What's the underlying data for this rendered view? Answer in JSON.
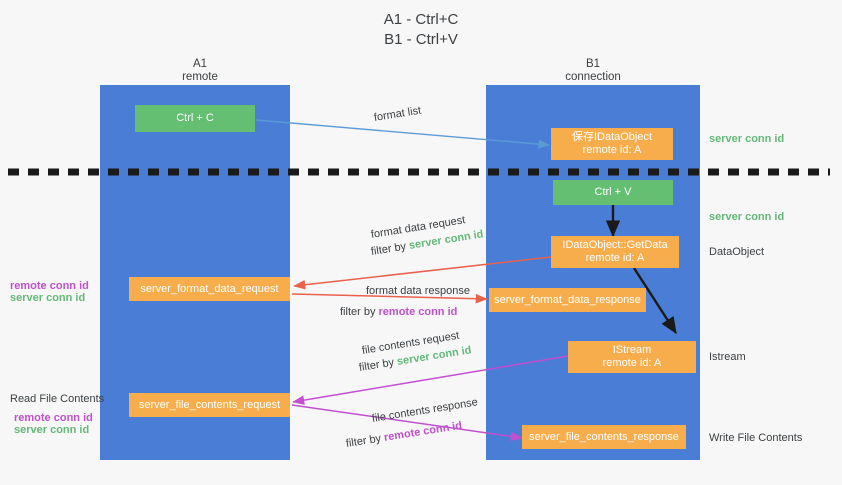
{
  "title": {
    "line1": "A1 - Ctrl+C",
    "line2": "B1 - Ctrl+V"
  },
  "lanes": [
    {
      "name": "A1",
      "role": "remote"
    },
    {
      "name": "B1",
      "role": "connection"
    }
  ],
  "colors": {
    "lane": "#4a7ed6",
    "orange": "#f8ad4c",
    "green_box": "#65bf73",
    "green_text": "#64b978",
    "magenta_text": "#c14fd0",
    "blue_arrow": "#5b9bd5",
    "red_arrow": "#e8614d",
    "black_arrow": "#1a1a1a",
    "divider": "#1a1a1a",
    "background": "#f7f7f7",
    "text": "#3c4043"
  },
  "nodes": {
    "ctrl_c": "Ctrl + C",
    "ctrl_v": "Ctrl + V",
    "save_idataobject": {
      "line1": "保存IDataObject",
      "line2": "remote id: A"
    },
    "getdata": {
      "line1": "IDataObject::GetData",
      "line2": "remote id: A"
    },
    "istream": {
      "line1": "IStream",
      "line2": "remote id: A"
    },
    "server_format_data_request": "server_format_data_request",
    "server_format_data_response": "server_format_data_response",
    "server_file_contents_request": "server_file_contents_request",
    "server_file_contents_response": "server_file_contents_response"
  },
  "edge_labels": {
    "format_list": "format list",
    "format_data_request": "format data request",
    "format_data_request_filter_prefix": "filter by ",
    "format_data_request_filter_value": "server conn id",
    "format_data_response": "format data response",
    "format_data_response_filter_prefix": "filter by ",
    "format_data_response_filter_value": "remote conn id",
    "file_contents_request": "file contents request",
    "file_contents_request_filter_prefix": "filter by ",
    "file_contents_request_filter_value": "server conn id",
    "file_contents_response": "file contents response",
    "file_contents_response_filter_prefix": "filter by ",
    "file_contents_response_filter_value": "remote conn id"
  },
  "right_annotations": {
    "server_conn_id_top": "server conn id",
    "server_conn_id_mid": "server conn id",
    "dataobject": "DataObject",
    "istream": "Istream",
    "write_file_contents": "Write File Contents"
  },
  "left_annotations": {
    "remote_conn_id_upper": "remote conn id",
    "server_conn_id_upper": "server conn id",
    "read_file_contents": "Read File Contents",
    "remote_conn_id_lower": "remote conn id",
    "server_conn_id_lower": "server conn id"
  }
}
